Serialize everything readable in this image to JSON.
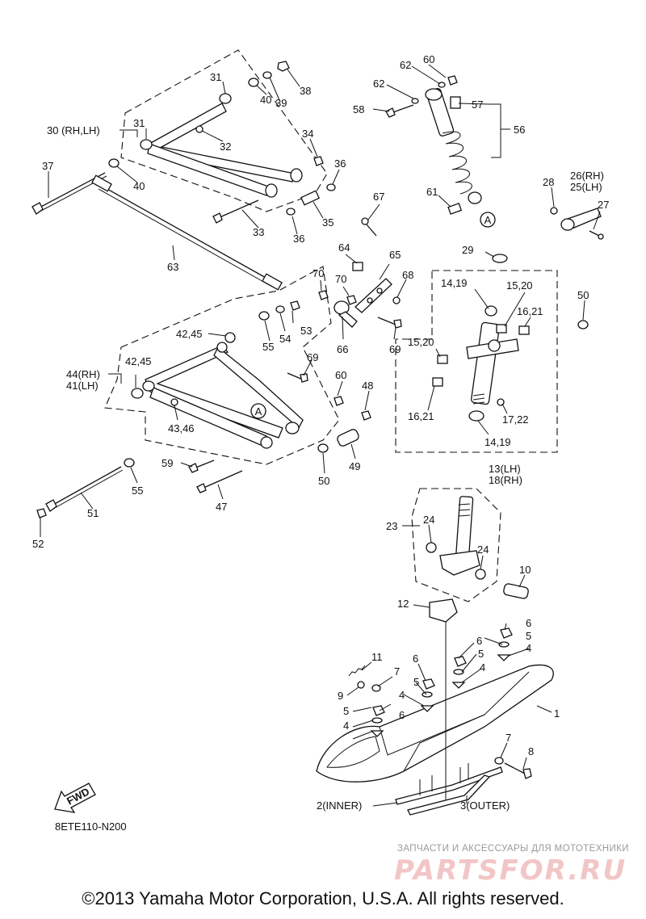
{
  "labels": {
    "l1": "1",
    "l2": "2(INNER)",
    "l3": "3(OUTER)",
    "l4a": "4",
    "l4b": "4",
    "l4c": "4",
    "l4d": "4",
    "l5a": "5",
    "l5b": "5",
    "l5c": "5",
    "l5d": "5",
    "l6a": "6",
    "l6b": "6",
    "l6c": "6",
    "l6d": "6",
    "l7a": "7",
    "l7b": "7",
    "l8": "8",
    "l9": "9",
    "l10": "10",
    "l11": "11",
    "l12": "12",
    "l13": "13(LH)",
    "l18": "18(RH)",
    "l14a": "14,19",
    "l14b": "14,19",
    "l15a": "15,20",
    "l15b": "15,20",
    "l16a": "16,21",
    "l16b": "16,21",
    "l17": "17,22",
    "l23": "23",
    "l24a": "24",
    "l24b": "24",
    "l26": "26(RH)",
    "l25": "25(LH)",
    "l27": "27",
    "l28": "28",
    "l29": "29",
    "l30": "30 (RH,LH)",
    "l31a": "31",
    "l31b": "31",
    "l32": "32",
    "l33": "33",
    "l34": "34",
    "l35": "35",
    "l36a": "36",
    "l36b": "36",
    "l37": "37",
    "l38": "38",
    "l39": "39",
    "l40a": "40",
    "l40b": "40",
    "l44": "44(RH)",
    "l41": "41(LH)",
    "l42a": "42,45",
    "l42b": "42,45",
    "l43": "43,46",
    "l47": "47",
    "l48": "48",
    "l49": "49",
    "l50a": "50",
    "l50b": "50",
    "l51": "51",
    "l52": "52",
    "l53": "53",
    "l54": "54",
    "l55a": "55",
    "l55b": "55",
    "l56": "56",
    "l57": "57",
    "l58": "58",
    "l59": "59",
    "l60a": "60",
    "l60b": "60",
    "l61": "61",
    "l62a": "62",
    "l62b": "62",
    "l63": "63",
    "l64": "64",
    "l65": "65",
    "l66": "66",
    "l67": "67",
    "l68": "68",
    "l69a": "69",
    "l69b": "69",
    "l70a": "70",
    "l70b": "70",
    "refA1": "A",
    "refA2": "A",
    "fwd": "FWD"
  },
  "diagram_code": "8ETE110-N200",
  "watermark": {
    "tagline": "ЗАПЧАСТИ И АКСЕССУАРЫ ДЛЯ МОТОТЕХНИКИ",
    "brand": "PARTSFOR.RU"
  },
  "copyright": "©2013 Yamaha Motor Corporation, U.S.A. All rights reserved."
}
